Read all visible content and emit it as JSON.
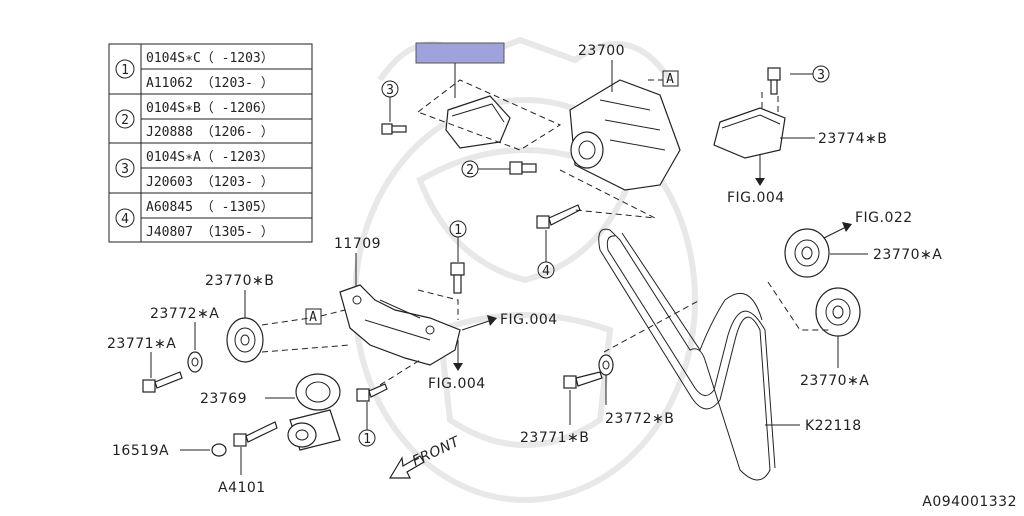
{
  "diagram_id": "A094001332",
  "reference_table": {
    "rows": [
      {
        "marker": "1",
        "entries": [
          "0104S∗C（ -1203）",
          "A11062 （1203- ）"
        ]
      },
      {
        "marker": "2",
        "entries": [
          "0104S∗B（ -1206）",
          "J20888 （1206- ）"
        ]
      },
      {
        "marker": "3",
        "entries": [
          "0104S∗A（ -1203）",
          "J20603 （1203- ）"
        ]
      },
      {
        "marker": "4",
        "entries": [
          "A60845 （ -1305）",
          "J40807 （1305- ）"
        ]
      }
    ]
  },
  "part_labels": {
    "p23700": "23700",
    "p23774B": "23774∗B",
    "fig004_top": "FIG.004",
    "fig022": "FIG.022",
    "p23770A_upper": "23770∗A",
    "p23770A_lower": "23770∗A",
    "p11709": "11709",
    "p23770B": "23770∗B",
    "p23772A": "23772∗A",
    "p23771A": "23771∗A",
    "fig004_mid": "FIG.004",
    "fig004_low": "FIG.004",
    "p23769": "23769",
    "p16519A": "16519A",
    "pA4101": "A4101",
    "p23772B": "23772∗B",
    "p23771B": "23771∗B",
    "pK22118": "K22118",
    "front": "FRONT"
  },
  "callout_markers": {
    "m3_top": "3",
    "m2": "2",
    "m4": "4",
    "m1_upper": "1",
    "m1_lower": "1",
    "m3_right": "3"
  },
  "ref_boxes": {
    "a_top": "A",
    "a_left": "A"
  },
  "highlight_color": "#9ea3dc"
}
